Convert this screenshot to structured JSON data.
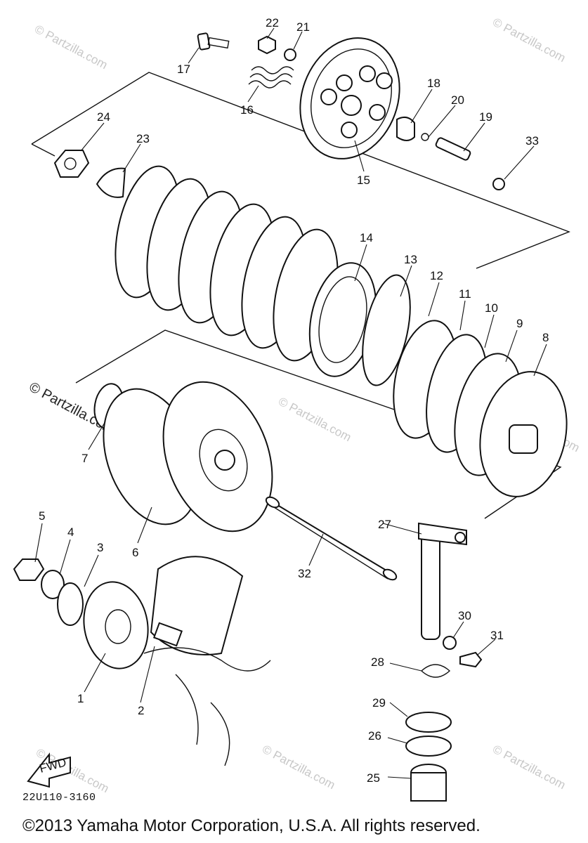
{
  "diagram": {
    "drawing_code": "22U110-3160",
    "copyright": "©2013 Yamaha Motor Corporation, U.S.A. All rights reserved.",
    "fwd_label": "FWD",
    "watermark": "© Partzilla.com",
    "watermark_small": "© Partzilla.com",
    "callouts": [
      {
        "id": "c1",
        "label": "1"
      },
      {
        "id": "c2",
        "label": "2"
      },
      {
        "id": "c3",
        "label": "3"
      },
      {
        "id": "c4",
        "label": "4"
      },
      {
        "id": "c5",
        "label": "5"
      },
      {
        "id": "c6",
        "label": "6"
      },
      {
        "id": "c7",
        "label": "7"
      },
      {
        "id": "c8",
        "label": "8"
      },
      {
        "id": "c9",
        "label": "9"
      },
      {
        "id": "c10",
        "label": "10"
      },
      {
        "id": "c11",
        "label": "11"
      },
      {
        "id": "c12",
        "label": "12"
      },
      {
        "id": "c13",
        "label": "13"
      },
      {
        "id": "c14",
        "label": "14"
      },
      {
        "id": "c15",
        "label": "15"
      },
      {
        "id": "c16",
        "label": "16"
      },
      {
        "id": "c17",
        "label": "17"
      },
      {
        "id": "c18",
        "label": "18"
      },
      {
        "id": "c19",
        "label": "19"
      },
      {
        "id": "c20",
        "label": "20"
      },
      {
        "id": "c21",
        "label": "21"
      },
      {
        "id": "c22",
        "label": "22"
      },
      {
        "id": "c23",
        "label": "23"
      },
      {
        "id": "c24",
        "label": "24"
      },
      {
        "id": "c25",
        "label": "25"
      },
      {
        "id": "c26",
        "label": "26"
      },
      {
        "id": "c27",
        "label": "27"
      },
      {
        "id": "c28",
        "label": "28"
      },
      {
        "id": "c29",
        "label": "29"
      },
      {
        "id": "c30",
        "label": "30"
      },
      {
        "id": "c31",
        "label": "31"
      },
      {
        "id": "c32",
        "label": "32"
      },
      {
        "id": "c33",
        "label": "33"
      }
    ]
  }
}
